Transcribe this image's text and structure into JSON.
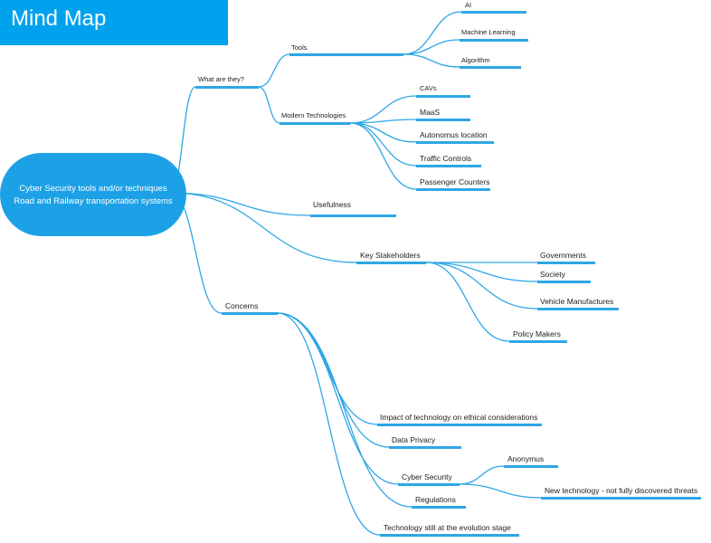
{
  "title": "Mind Map",
  "root": {
    "line1": "Cyber Security tools and/or techniques",
    "line2": "Road and Railway transportation systems"
  },
  "nodes": {
    "what_are_they": "What are they?",
    "tools": "Tools",
    "ai": "AI",
    "machine_learning": "Machine Learning",
    "algorithm": "Algorithm",
    "modern_technologies": "Modern Technologies",
    "cavs": "CAVs",
    "maas": "MaaS",
    "autonomus_location": "Autonomus location",
    "traffic_controls": "Traffic Controls",
    "passenger_counters": "Passenger Counters",
    "usefulness": "Usefulness",
    "key_stakeholders": "Key Stakeholders",
    "governments": "Governments",
    "society": "Society",
    "vehicle_manufactures": "Vehicle Manufactures",
    "policy_makers": "Policy Makers",
    "concerns": "Concerns",
    "impact_ethics": "Impact of technology on ethical considerations",
    "data_privacy": "Data Privacy",
    "cyber_security": "Cyber Security",
    "anonymus": "Anonymus",
    "new_technology": "New technology - not fully discovered threats",
    "regulations": "Regulations",
    "evolution_stage": "Technology still at the evolution stage"
  },
  "colors": {
    "title_background": "#00a2ed",
    "root_background": "#1da1e6",
    "branch_line": "#2fa6e6",
    "label_text": "#222222"
  }
}
